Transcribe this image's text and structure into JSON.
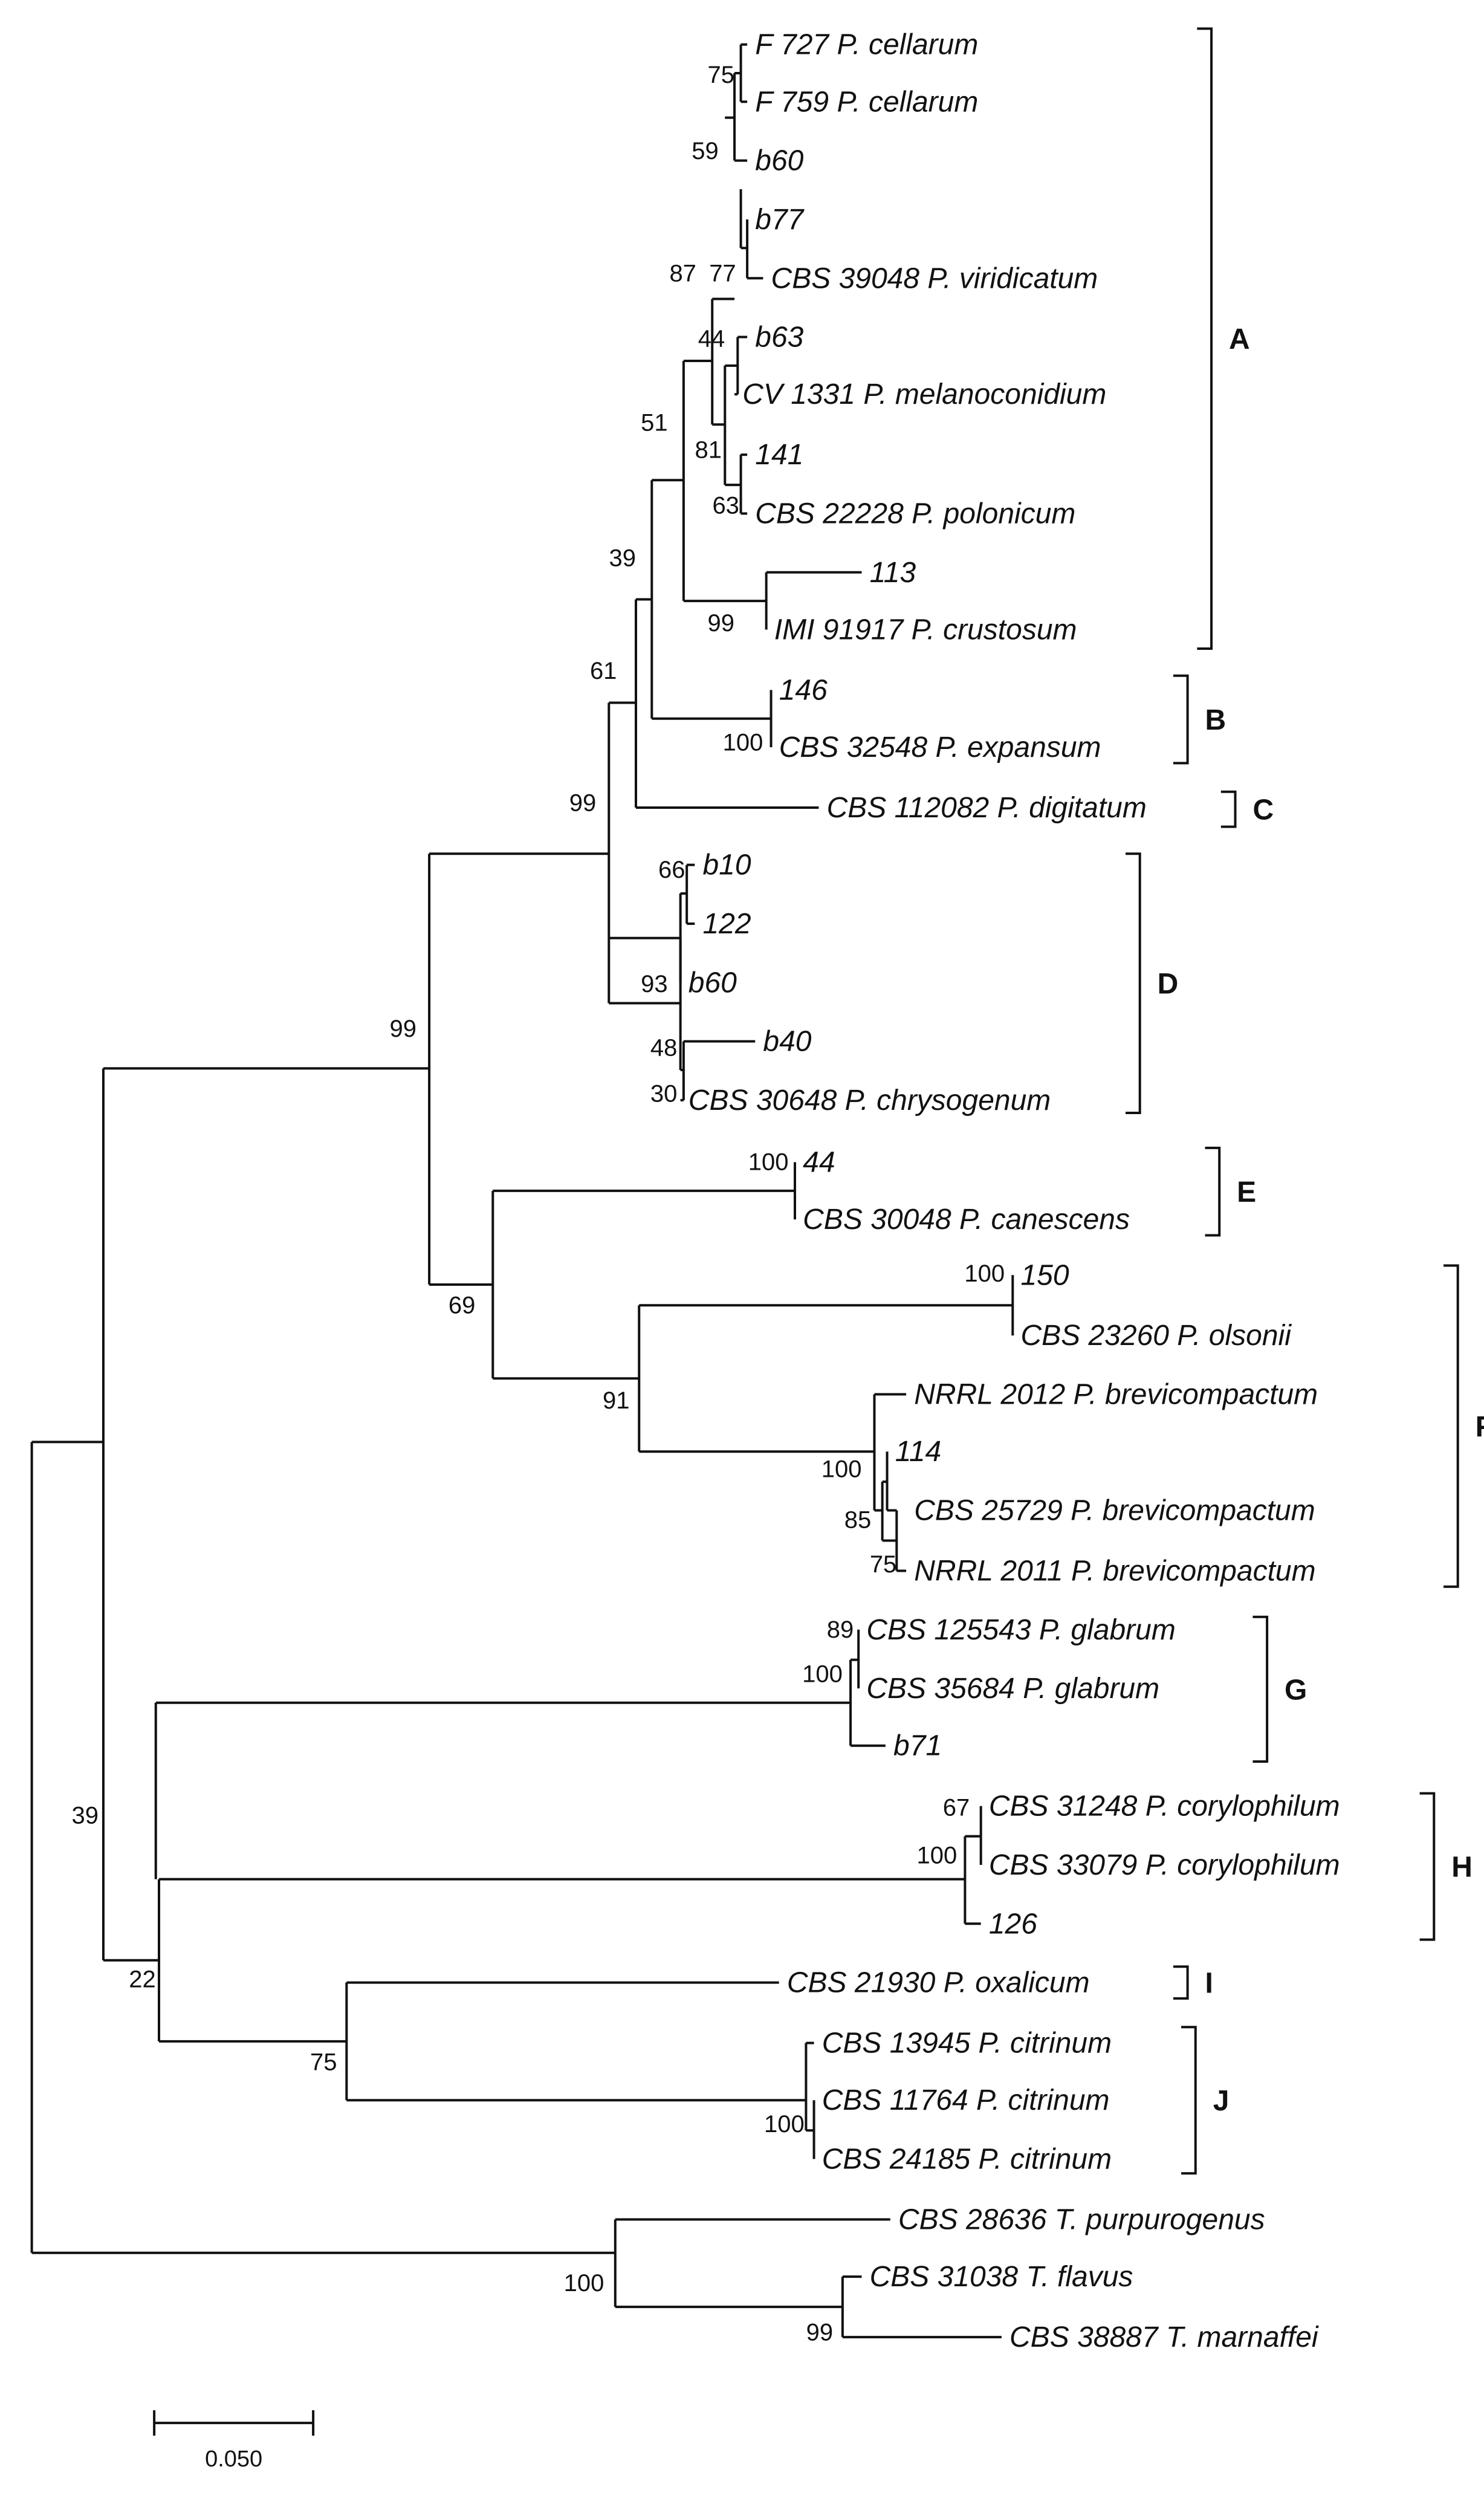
{
  "tree": {
    "taxa": [
      {
        "id": "t1",
        "label": "F 727 P. cellarum"
      },
      {
        "id": "t2",
        "label": "F 759 P. cellarum"
      },
      {
        "id": "t3",
        "label": "b60"
      },
      {
        "id": "t4",
        "label": "b77"
      },
      {
        "id": "t5",
        "label": "CBS 39048 P. viridicatum"
      },
      {
        "id": "t6",
        "label": "b63"
      },
      {
        "id": "t7",
        "label": "CV 1331 P. melanoconidium"
      },
      {
        "id": "t8",
        "label": "141"
      },
      {
        "id": "t9",
        "label": "CBS 22228 P. polonicum"
      },
      {
        "id": "t10",
        "label": "113"
      },
      {
        "id": "t11",
        "label": "IMI 91917 P. crustosum"
      },
      {
        "id": "t12",
        "label": "146"
      },
      {
        "id": "t13",
        "label": "CBS 32548 P. expansum"
      },
      {
        "id": "t14",
        "label": "CBS 112082 P. digitatum"
      },
      {
        "id": "t15",
        "label": "b10"
      },
      {
        "id": "t16",
        "label": "122"
      },
      {
        "id": "t17",
        "label": "b60"
      },
      {
        "id": "t18",
        "label": "b40"
      },
      {
        "id": "t19",
        "label": "CBS 30648 P. chrysogenum"
      },
      {
        "id": "t20",
        "label": "44"
      },
      {
        "id": "t21",
        "label": "CBS 30048 P. canescens"
      },
      {
        "id": "t22",
        "label": "150"
      },
      {
        "id": "t23",
        "label": "CBS 23260 P. olsonii"
      },
      {
        "id": "t24",
        "label": "NRRL 2012 P. brevicompactum"
      },
      {
        "id": "t25",
        "label": "114"
      },
      {
        "id": "t26",
        "label": "CBS 25729 P. brevicompactum"
      },
      {
        "id": "t27",
        "label": "NRRL 2011 P. brevicompactum"
      },
      {
        "id": "t28",
        "label": "CBS 125543 P. glabrum"
      },
      {
        "id": "t29",
        "label": "CBS 35684 P. glabrum"
      },
      {
        "id": "t30",
        "label": "b71"
      },
      {
        "id": "t31",
        "label": "CBS 31248 P. corylophilum"
      },
      {
        "id": "t32",
        "label": "CBS 33079 P. corylophilum"
      },
      {
        "id": "t33",
        "label": "126"
      },
      {
        "id": "t34",
        "label": "CBS 21930 P. oxalicum"
      },
      {
        "id": "t35",
        "label": "CBS 13945 P. citrinum"
      },
      {
        "id": "t36",
        "label": "CBS 11764 P. citrinum"
      },
      {
        "id": "t37",
        "label": "CBS 24185 P. citrinum"
      },
      {
        "id": "t38",
        "label": "CBS 28636 T. purpurogenus"
      },
      {
        "id": "t39",
        "label": "CBS 31038 T. flavus"
      },
      {
        "id": "t40",
        "label": "CBS 38887 T. marnaffei"
      }
    ],
    "bootstrap": [
      "75",
      "59",
      "87",
      "77",
      "44",
      "81",
      "63",
      "51",
      "99",
      "39",
      "100",
      "61",
      "99",
      "66",
      "93",
      "48",
      "30",
      "99",
      "100",
      "69",
      "100",
      "91",
      "100",
      "85",
      "75",
      "89",
      "100",
      "67",
      "100",
      "39",
      "22",
      "75",
      "100",
      "100",
      "99"
    ],
    "clades": [
      "A",
      "B",
      "C",
      "D",
      "E",
      "F",
      "G",
      "H",
      "I",
      "J"
    ],
    "scale_bar": "0.050"
  }
}
